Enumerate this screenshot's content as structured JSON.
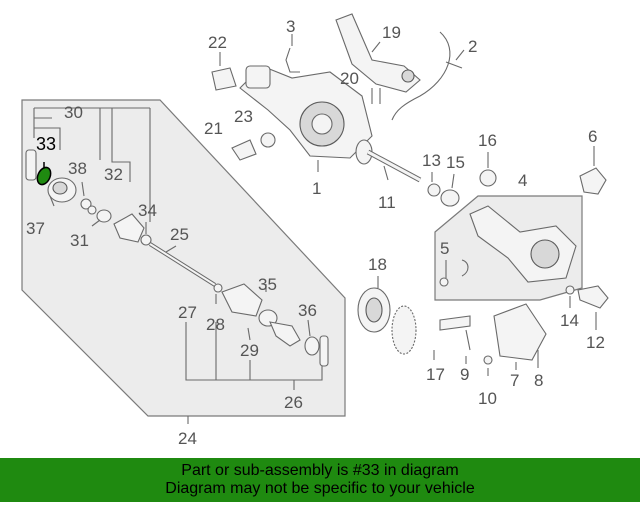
{
  "diagram": {
    "highlighted_part": "33",
    "labels": {
      "l1": "1",
      "l2": "2",
      "l3": "3",
      "l4": "4",
      "l5": "5",
      "l6": "6",
      "l7": "7",
      "l8": "8",
      "l9": "9",
      "l10": "10",
      "l11": "11",
      "l12": "12",
      "l13": "13",
      "l14": "14",
      "l15": "15",
      "l16": "16",
      "l17": "17",
      "l18": "18",
      "l19": "19",
      "l20": "20",
      "l21": "21",
      "l22": "22",
      "l23": "23",
      "l24": "24",
      "l25": "25",
      "l26": "26",
      "l27": "27",
      "l28": "28",
      "l29": "29",
      "l30": "30",
      "l31": "31",
      "l32": "32",
      "l33": "33",
      "l34": "34",
      "l35": "35",
      "l36": "36",
      "l37": "37",
      "l38": "38"
    }
  },
  "banner": {
    "line1": "Part or sub-assembly is #33 in diagram",
    "line2": "Diagram may not be specific to your vehicle",
    "background": "#1f8a10"
  },
  "colors": {
    "highlight": "#1f8a10",
    "line": "#6a6a6a"
  }
}
